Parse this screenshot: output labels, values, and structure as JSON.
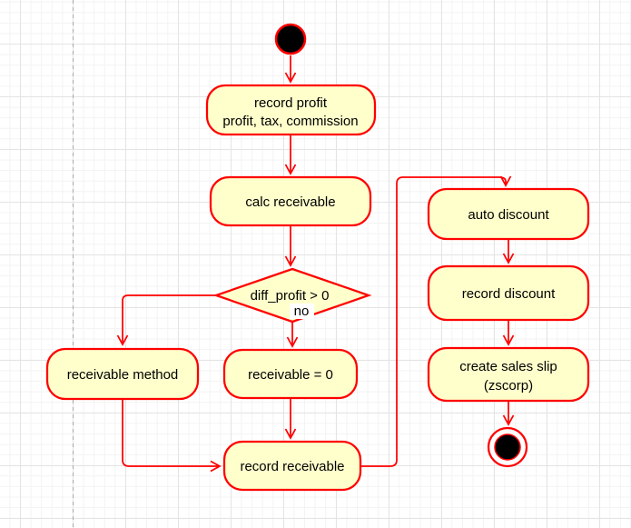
{
  "colors": {
    "canvas_bg": "#ffffff",
    "grid_minor": "#f3f3f3",
    "grid_major": "#e4e4e4",
    "page_divider": "#a8a8a8",
    "node_fill": "#ffffcc",
    "node_stroke": "#ff0000",
    "edge": "#ff0000",
    "text": "#000000",
    "terminal_fill": "#000000"
  },
  "nodes": {
    "record_profit": {
      "line1": "record profit",
      "line2": "profit, tax, commission"
    },
    "calc_receivable": {
      "label": "calc receivable"
    },
    "decision_diff_profit": {
      "label": "diff_profit > 0"
    },
    "receivable_method": {
      "label": "receivable method"
    },
    "receivable_zero": {
      "label": "receivable = 0"
    },
    "record_receivable": {
      "label": "record receivable"
    },
    "auto_discount": {
      "label": "auto discount"
    },
    "record_discount": {
      "label": "record discount"
    },
    "create_sales_slip": {
      "line1": "create sales slip",
      "line2": "(zscorp)"
    }
  },
  "edge_labels": {
    "no_branch": "no"
  }
}
